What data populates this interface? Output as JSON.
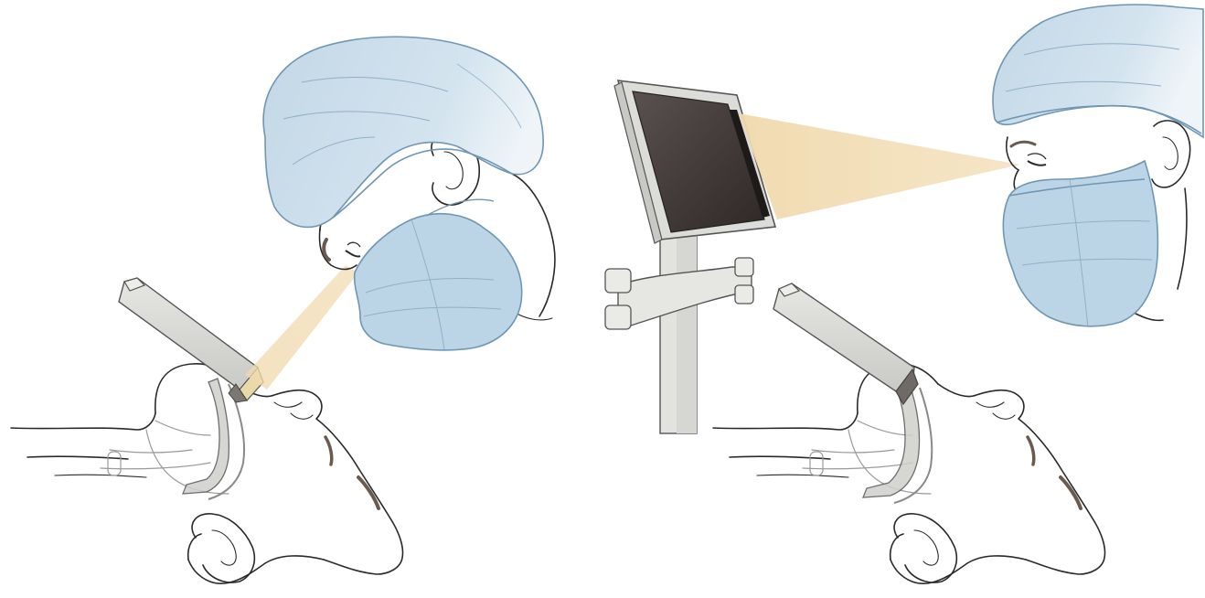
{
  "panels": [
    {
      "key": "direct",
      "view": "direct-laryngoscopy"
    },
    {
      "key": "video",
      "view": "video-laryngoscopy"
    }
  ],
  "colors": {
    "cap": "#c7dbe8",
    "cap_stroke": "#6f96b3",
    "mask": "#bcd5e6",
    "beam": "#f1dcb4",
    "screen": "#3d3634",
    "device": "#d9d9d6",
    "device_stroke": "#555555",
    "blade_dark": "#6f6a66",
    "line": "#2a2a2a"
  },
  "icons": [
    "clinician-head-icon",
    "laryngoscope-icon",
    "patient-head-icon",
    "monitor-icon",
    "sight-line-icon"
  ]
}
